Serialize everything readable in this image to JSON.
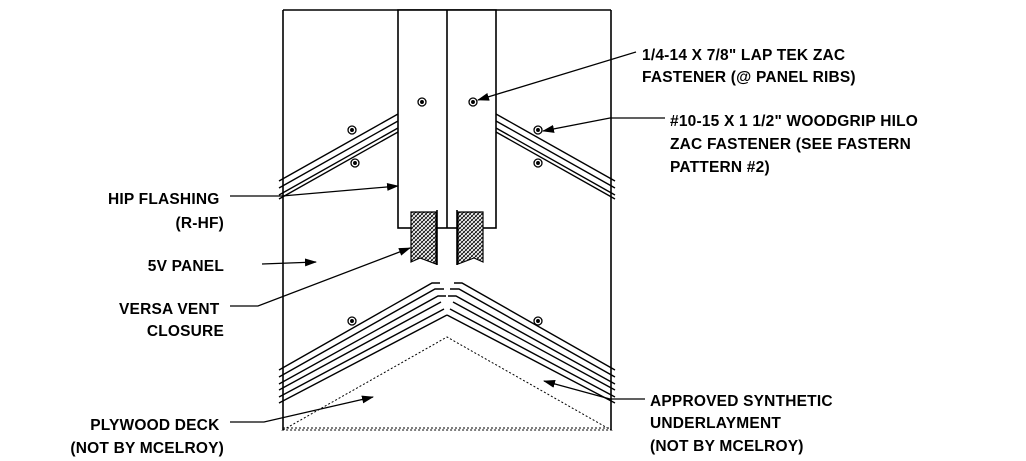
{
  "labels": {
    "lap_tek": [
      "1/4-14 X 7/8\" LAP TEK ZAC",
      "FASTENER (@ PANEL RIBS)"
    ],
    "woodgrip": [
      "#10-15 X 1 1/2\" WOODGRIP HILO",
      "ZAC FASTENER (SEE FASTERN",
      "PATTERN #2)"
    ],
    "hip_flashing": [
      "HIP FLASHING",
      "(R-HF)"
    ],
    "panel": [
      "5V PANEL"
    ],
    "closure": [
      "VERSA VENT",
      "CLOSURE"
    ],
    "plywood": [
      "PLYWOOD DECK",
      "(NOT BY MCELROY)"
    ],
    "underlayment": [
      "APPROVED SYNTHETIC",
      "UNDERLAYMENT",
      "(NOT BY MCELROY)"
    ]
  },
  "colors": {
    "ink": "#000000",
    "paper": "#ffffff"
  }
}
